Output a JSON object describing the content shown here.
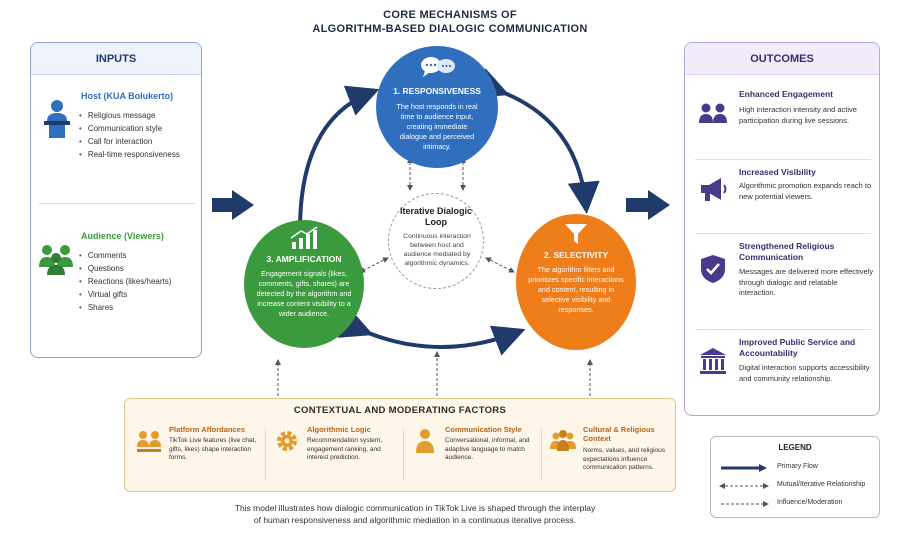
{
  "title": {
    "line1": "CORE MECHANISMS OF",
    "line2": "ALGORITHM-BASED DIALOGIC COMMUNICATION"
  },
  "inputs": {
    "header": "INPUTS",
    "host": {
      "title": "Host (KUA Bolukerto)",
      "items": [
        "Religious message",
        "Communication style",
        "Call for interaction",
        "Real-time responsiveness"
      ],
      "icon": "speaker-at-podium-icon"
    },
    "audience": {
      "title": "Audience (Viewers)",
      "items": [
        "Comments",
        "Questions",
        "Reactions (likes/hearts)",
        "Virtual gifts",
        "Shares"
      ],
      "icon": "audience-group-icon"
    }
  },
  "responsiveness": {
    "title": "1. RESPONSIVENESS",
    "desc": "The host responds in real time to audience input, creating immediate dialogue and perceived intimacy.",
    "icon": "chat-bubbles-icon",
    "color": "#2f6fbe"
  },
  "selectivity": {
    "title": "2. SELECTIVITY",
    "desc": "The algorithm filters and prioritizes specific interactions and content, resulting in selective visibility and responses.",
    "icon": "funnel-icon",
    "color": "#ee7d1a"
  },
  "amplification": {
    "title": "3. AMPLIFICATION",
    "desc": "Engagement signals (likes, comments, gifts, shares) are detected by the algorithm and increase content visibility to a wider audience.",
    "icon": "rising-bar-chart-icon",
    "color": "#3a9a3d"
  },
  "center": {
    "title": "Iterative Dialogic Loop",
    "desc": "Continuous interaction between host and audience mediated by algorithmic dynamics."
  },
  "outcomes": {
    "header": "OUTCOMES",
    "items": [
      {
        "title": "Enhanced Engagement",
        "desc": "High interaction intensity and active participation during live sessions.",
        "icon": "people-group-icon"
      },
      {
        "title": "Increased Visibility",
        "desc": "Algorithmic promotion expands reach to new potential viewers.",
        "icon": "megaphone-icon"
      },
      {
        "title": "Strengthened Religious Communication",
        "desc": "Messages are delivered more effectively through dialogic and relatable interaction.",
        "icon": "shield-check-icon"
      },
      {
        "title": "Improved Public Service and Accountability",
        "desc": "Digital interaction supports accessibility and community relationship.",
        "icon": "institution-building-icon"
      }
    ],
    "accent": "#4b3a8c"
  },
  "context": {
    "title": "CONTEXTUAL AND MODERATING FACTORS",
    "factors": [
      {
        "title": "Platform Affordances",
        "desc": "TikTok Live features (live chat, gifts, likes) shape interaction forms.",
        "icon": "platform-people-icon"
      },
      {
        "title": "Algorithmic Logic",
        "desc": "Recommendation system, engagement ranking, and interest prediction.",
        "icon": "gear-icon"
      },
      {
        "title": "Communication Style",
        "desc": "Conversational, informal, and adaptive language to match audience.",
        "icon": "person-icon"
      },
      {
        "title": "Cultural & Religious Context",
        "desc": "Norms, values, and religious expectations influence communication patterns.",
        "icon": "community-icon"
      }
    ],
    "accent": "#e39b2e"
  },
  "legend": {
    "title": "LEGEND",
    "items": [
      {
        "label": "Primary Flow",
        "style": "solid"
      },
      {
        "label": "Mutual/Iterative Relationship",
        "style": "double-dashed"
      },
      {
        "label": "Influence/Moderation",
        "style": "dashed"
      }
    ]
  },
  "caption": {
    "line1": "This model illustrates how dialogic communication in TikTok Live is shaped through the interplay",
    "line2": "of human responsiveness and algorithmic mediation in a continuous iterative process."
  },
  "colors": {
    "navy": "#1f3a6b",
    "blue": "#2f6fbe",
    "green": "#3a9a3d",
    "orange": "#ee7d1a",
    "purple": "#4b3a8c",
    "gold": "#e39b2e"
  }
}
